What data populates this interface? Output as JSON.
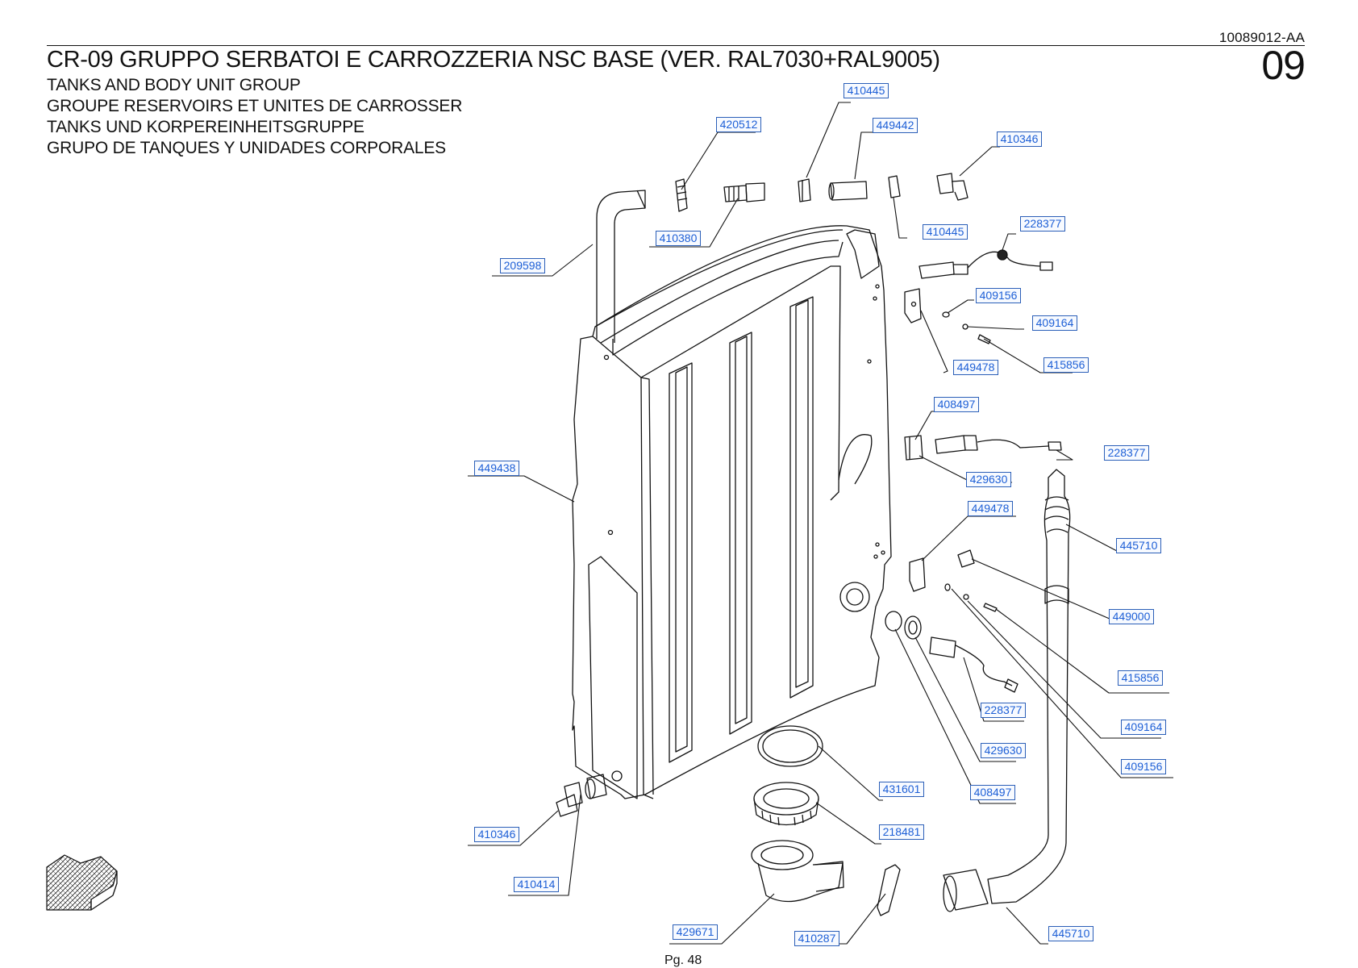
{
  "document": {
    "code": "10089012-AA",
    "section_number": "09",
    "title": "CR-09 GRUPPO SERBATOI E CARROZZERIA NSC BASE (VER. RAL7030+RAL9005)",
    "subtitles": [
      "TANKS AND BODY UNIT GROUP",
      "GROUPE RESERVOIRS ET UNITES DE CARROSSER",
      "TANKS UND KORPEREINHEITSGRUPPE",
      "GRUPO DE TANQUES Y UNIDADES CORPORALES"
    ],
    "footer": "Pg. 48"
  },
  "callouts": [
    {
      "id": "c01",
      "label": "410445"
    },
    {
      "id": "c02",
      "label": "420512"
    },
    {
      "id": "c03",
      "label": "449442"
    },
    {
      "id": "c04",
      "label": "410346"
    },
    {
      "id": "c05",
      "label": "410380"
    },
    {
      "id": "c06",
      "label": "410445"
    },
    {
      "id": "c07",
      "label": "228377"
    },
    {
      "id": "c08",
      "label": "209598"
    },
    {
      "id": "c09",
      "label": "409156"
    },
    {
      "id": "c10",
      "label": "409164"
    },
    {
      "id": "c11",
      "label": "415856"
    },
    {
      "id": "c12",
      "label": "449478"
    },
    {
      "id": "c13",
      "label": "408497"
    },
    {
      "id": "c14",
      "label": "228377"
    },
    {
      "id": "c15",
      "label": "449438"
    },
    {
      "id": "c16",
      "label": "429630"
    },
    {
      "id": "c17",
      "label": "449478"
    },
    {
      "id": "c18",
      "label": "445710"
    },
    {
      "id": "c19",
      "label": "449000"
    },
    {
      "id": "c20",
      "label": "415856"
    },
    {
      "id": "c21",
      "label": "228377"
    },
    {
      "id": "c22",
      "label": "409164"
    },
    {
      "id": "c23",
      "label": "429630"
    },
    {
      "id": "c24",
      "label": "409156"
    },
    {
      "id": "c25",
      "label": "431601"
    },
    {
      "id": "c26",
      "label": "408497"
    },
    {
      "id": "c27",
      "label": "410346"
    },
    {
      "id": "c28",
      "label": "218481"
    },
    {
      "id": "c29",
      "label": "410414"
    },
    {
      "id": "c30",
      "label": "429671"
    },
    {
      "id": "c31",
      "label": "410287"
    },
    {
      "id": "c32",
      "label": "445710"
    }
  ],
  "colors": {
    "callout_text": "#1d5fd6",
    "callout_border": "#2b5fb8",
    "line": "#111111"
  }
}
